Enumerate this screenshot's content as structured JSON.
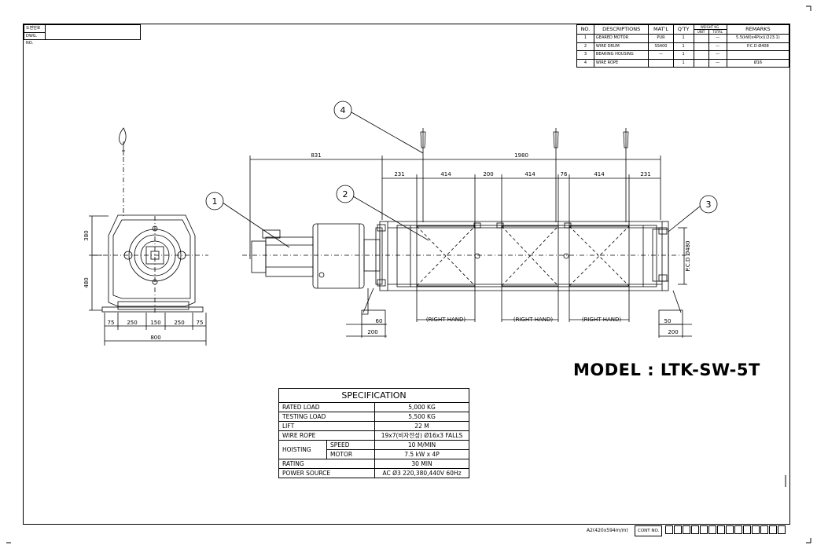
{
  "title_block": {
    "dwg_label_1": "도면번호",
    "dwg_label_2": "DWG. NO."
  },
  "parts_list": {
    "headers": {
      "no": "NO.",
      "descriptions": "DESCRIPTIONS",
      "material": "MAT'L",
      "qty": "Q'TY",
      "weight": "WEIGHT KG.",
      "unit": "UNIT",
      "total": "TOTAL",
      "remarks": "REMARKS"
    },
    "rows": [
      {
        "no": "1",
        "description": "GEARED MOTOR",
        "material": "PUR",
        "qty": "1",
        "unit": "",
        "total": "—",
        "remarks": "5.5(kW)x4P(x)(/223.1)"
      },
      {
        "no": "2",
        "description": "WIRE DRUM",
        "material": "SS400",
        "qty": "1",
        "unit": "",
        "total": "—",
        "remarks": "P.C.D Ø408"
      },
      {
        "no": "3",
        "description": "BEARING HOUSING",
        "material": "—",
        "qty": "1",
        "unit": "",
        "total": "—",
        "remarks": ""
      },
      {
        "no": "4",
        "description": "WIRE ROPE",
        "material": "",
        "qty": "1",
        "unit": "",
        "total": "—",
        "remarks": "Ø16"
      }
    ]
  },
  "callouts": [
    "1",
    "2",
    "3",
    "4"
  ],
  "dimensions": {
    "front_top": [
      "831",
      "1980"
    ],
    "drum_sections": [
      "231",
      "414",
      "200",
      "414",
      "76",
      "414",
      "231"
    ],
    "side_heights": [
      "380",
      "480"
    ],
    "side_bottom": [
      "75",
      "250",
      "150",
      "250",
      "75"
    ],
    "side_total": "800",
    "base_left": [
      "60",
      "200"
    ],
    "base_right": [
      "50",
      "200"
    ],
    "pcd": "P.C.D Ø480",
    "hand_labels": [
      "(RIGHT HAND)",
      "(RIGHT HAND)",
      "(RIGHT HAND)"
    ]
  },
  "model": "MODEL : LTK-SW-5T",
  "specification": {
    "title": "SPECIFICATION",
    "rated_load": {
      "label": "RATED LOAD",
      "value": "5,000 KG"
    },
    "testing_load": {
      "label": "TESTING LOAD",
      "value": "5,500 KG"
    },
    "lift": {
      "label": "LIFT",
      "value": "22 M"
    },
    "wire_rope": {
      "label": "WIRE ROPE",
      "value": "19x7(비자전성) Ø16x3 FALLS"
    },
    "hoisting": {
      "label": "HOISTING",
      "speed_label": "SPEED",
      "speed_value": "10  M/MIN",
      "motor_label": "MOTOR",
      "motor_value": "7.5 kW x 4P"
    },
    "rating": {
      "label": "RATING",
      "value": "30  MIN"
    },
    "power_source": {
      "label": "POWER SOURCE",
      "value": "AC Ø3 220,380,440V 60Hz"
    }
  },
  "footer": {
    "paper_size": "A2(420x594m/m)",
    "cont_no": "CONT NO."
  }
}
